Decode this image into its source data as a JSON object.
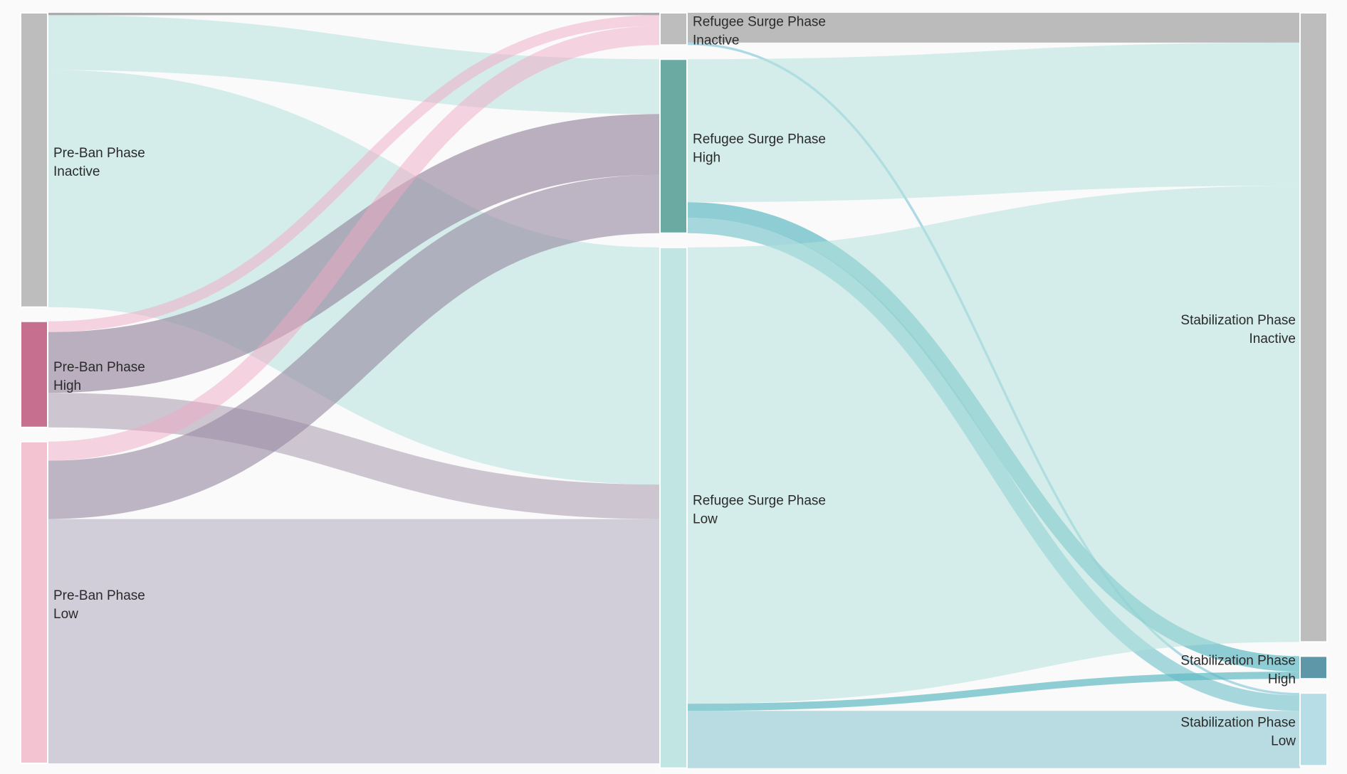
{
  "chart_data": {
    "type": "sankey",
    "nodes": [
      {
        "id": "pre_inactive",
        "stage": 0,
        "line1": "Pre-Ban Phase",
        "line2": "Inactive",
        "color": "#bdbdbd",
        "value": 24.7
      },
      {
        "id": "pre_high",
        "stage": 0,
        "line1": "Pre-Ban Phase",
        "line2": "High",
        "color": "#c76f8e",
        "value": 8.9
      },
      {
        "id": "pre_low",
        "stage": 0,
        "line1": "Pre-Ban Phase",
        "line2": "Low",
        "color": "#f4c3d1",
        "value": 27.0
      },
      {
        "id": "rs_inactive",
        "stage": 1,
        "line1": "Refugee Surge Phase",
        "line2": "Inactive",
        "color": "#bdbdbd",
        "value": 2.7
      },
      {
        "id": "rs_high",
        "stage": 1,
        "line1": "Refugee Surge Phase",
        "line2": "High",
        "color": "#6aaaa2",
        "value": 14.6
      },
      {
        "id": "rs_low",
        "stage": 1,
        "line1": "Refugee Surge Phase",
        "line2": "Low",
        "color": "#c0e5e2",
        "value": 43.7
      },
      {
        "id": "st_inactive",
        "stage": 2,
        "line1": "Stabilization Phase",
        "line2": "Inactive",
        "color": "#bdbdbd",
        "value": 52.8
      },
      {
        "id": "st_high",
        "stage": 2,
        "line1": "Stabilization Phase",
        "line2": "High",
        "color": "#5d97a8",
        "value": 1.9
      },
      {
        "id": "st_low",
        "stage": 2,
        "line1": "Stabilization Phase",
        "line2": "Low",
        "color": "#b7dde6",
        "value": 6.1
      }
    ],
    "links": [
      {
        "source": "pre_inactive",
        "target": "rs_inactive",
        "value": 0.2,
        "color": "rgba(130,130,130,0.65)"
      },
      {
        "source": "pre_inactive",
        "target": "rs_high",
        "value": 4.6,
        "color": "rgba(180,225,220,0.55)"
      },
      {
        "source": "pre_inactive",
        "target": "rs_low",
        "value": 19.9,
        "color": "rgba(180,225,220,0.55)"
      },
      {
        "source": "pre_high",
        "target": "rs_inactive",
        "value": 0.9,
        "color": "rgba(240,170,195,0.5)"
      },
      {
        "source": "pre_high",
        "target": "rs_high",
        "value": 5.1,
        "color": "rgba(150,135,160,0.65)"
      },
      {
        "source": "pre_high",
        "target": "rs_low",
        "value": 2.9,
        "color": "rgba(150,135,160,0.45)"
      },
      {
        "source": "pre_low",
        "target": "rs_inactive",
        "value": 1.6,
        "color": "rgba(240,170,195,0.5)"
      },
      {
        "source": "pre_low",
        "target": "rs_high",
        "value": 4.9,
        "color": "rgba(150,135,160,0.6)"
      },
      {
        "source": "pre_low",
        "target": "rs_low",
        "value": 20.5,
        "color": "rgba(175,170,190,0.55)"
      },
      {
        "source": "rs_inactive",
        "target": "st_inactive",
        "value": 2.5,
        "color": "rgba(175,175,175,0.85)"
      },
      {
        "source": "rs_inactive",
        "target": "st_low",
        "value": 0.2,
        "color": "rgba(120,195,215,0.6)"
      },
      {
        "source": "rs_high",
        "target": "st_inactive",
        "value": 12.0,
        "color": "rgba(180,225,220,0.55)"
      },
      {
        "source": "rs_high",
        "target": "st_high",
        "value": 1.3,
        "color": "rgba(95,185,195,0.7)"
      },
      {
        "source": "rs_high",
        "target": "st_low",
        "value": 1.3,
        "color": "rgba(95,185,195,0.55)"
      },
      {
        "source": "rs_low",
        "target": "st_inactive",
        "value": 38.3,
        "color": "rgba(180,225,220,0.55)"
      },
      {
        "source": "rs_low",
        "target": "st_high",
        "value": 0.6,
        "color": "rgba(95,185,195,0.7)"
      },
      {
        "source": "rs_low",
        "target": "st_low",
        "value": 4.8,
        "color": "rgba(140,200,210,0.6)"
      }
    ]
  }
}
